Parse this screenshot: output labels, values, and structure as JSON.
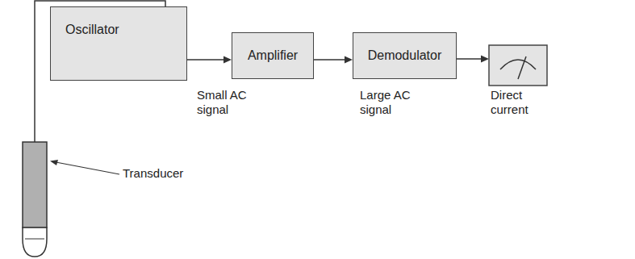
{
  "diagram": {
    "nodes": [
      {
        "text": [
          "Oscillator"
        ]
      },
      {
        "text": [
          "Amplifier"
        ]
      },
      {
        "text": [
          "Demodulator"
        ]
      }
    ],
    "edges": [
      {
        "from": 0,
        "to": 1,
        "arrow": "to"
      },
      {
        "from": 1,
        "to": 2,
        "arrow": "to"
      }
    ],
    "labels": [
      "Small AC signal",
      "Large AC signal",
      "Direct current",
      "Transducer"
    ]
  }
}
